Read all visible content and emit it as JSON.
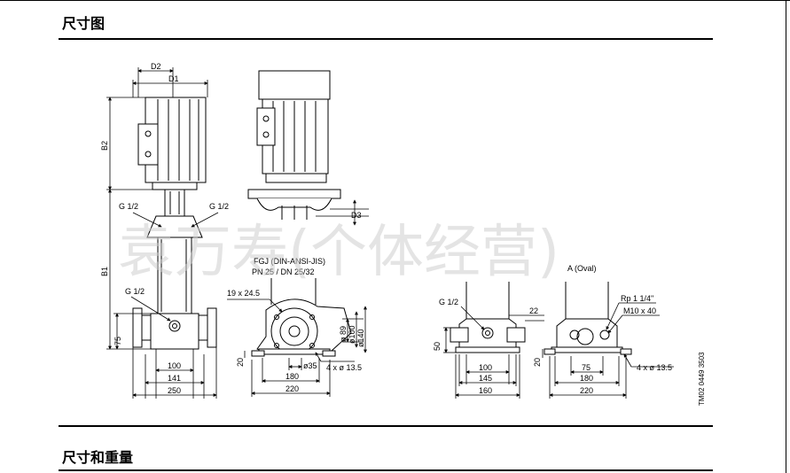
{
  "section1_title": "尺寸图",
  "section2_title": "尺寸和重量",
  "watermark": "袁万寿(个体经营)",
  "drawing_code": "TM02 0449 3503",
  "labels": {
    "d2": "D2",
    "d1": "D1",
    "d3": "D3",
    "b2": "B2",
    "b1": "B1",
    "g12": "G 1/2",
    "dim75": "75",
    "dim100": "100",
    "dim141": "141",
    "dim250": "250",
    "fgj": "FGJ (DIN-ANSI-JIS)",
    "pn": "PN 25 / DN 25/32",
    "hole_19": "19 x 24.5",
    "d89": "ø 89",
    "d100": "ø100",
    "d140": "ø140",
    "d35": "ø35",
    "holes4": "4 x ø 13.5",
    "dim20": "20",
    "dim180": "180",
    "dim220": "220",
    "dim50": "50",
    "dim22": "22",
    "dim145": "145",
    "dim160": "160",
    "a_oval": "A (Oval)",
    "rp": "Rp 1 1/4\"",
    "m10": "M10 x 40",
    "dim75b": "75"
  }
}
